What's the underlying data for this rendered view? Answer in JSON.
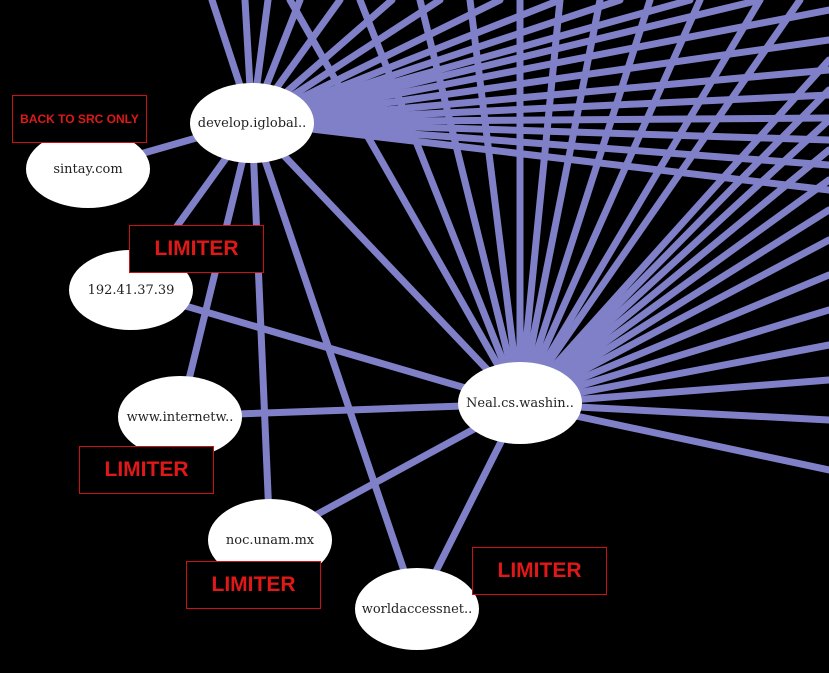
{
  "colors": {
    "background": "#000000",
    "edge": "#8080c8",
    "node_fill": "#ffffff",
    "limiter_text": "#e01818",
    "limiter_border": "#cc1111"
  },
  "back_button": {
    "label": "BACK TO SRC ONLY"
  },
  "limiter_label": "LIMITER",
  "nodes": {
    "develop": "develop.iglobal..",
    "sintay": "sintay.com",
    "ip": "192.41.37.39",
    "internetw": "www.internetw..",
    "neal": "Neal.cs.washin..",
    "unam": "noc.unam.mx",
    "worldaccess": "worldaccessnet.."
  }
}
